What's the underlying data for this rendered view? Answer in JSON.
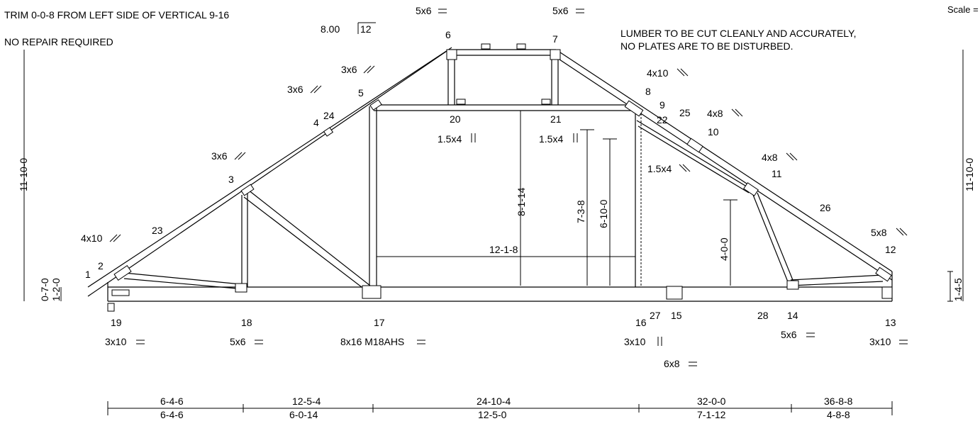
{
  "notes": {
    "trim": "TRIM 0-0-8  FROM LEFT SIDE OF VERTICAL 9-16",
    "repair": "NO REPAIR REQUIRED",
    "lumber_line1": "LUMBER TO BE CUT CLEANLY AND ACCURATELY,",
    "lumber_line2": "NO PLATES ARE TO BE DISTURBED.",
    "scale": "Scale ="
  },
  "pitch": {
    "rise": "8.00",
    "run": "12"
  },
  "heights": {
    "left_total": "11-10-0",
    "right_total": "11-10-0",
    "left_heel_a": "0-7-0",
    "left_heel_b": "1-2-0",
    "right_heel": "1-4-5"
  },
  "interior_dims": {
    "d1": "8-1-14",
    "d2": "7-3-8",
    "d3": "6-10-0",
    "d4": "4-0-0",
    "span": "12-1-8"
  },
  "joints": [
    "1",
    "2",
    "3",
    "4",
    "5",
    "6",
    "7",
    "8",
    "9",
    "10",
    "11",
    "12",
    "13",
    "14",
    "15",
    "16",
    "17",
    "18",
    "19",
    "20",
    "21",
    "22",
    "23",
    "24",
    "25",
    "26",
    "27",
    "28"
  ],
  "plates": {
    "p6": "5x6",
    "p7": "5x6",
    "p5": "3x6",
    "p5b": "3x6",
    "p3": "3x6",
    "p2": "4x10",
    "p8": "4x10",
    "p10": "4x8",
    "p11": "4x8",
    "p12": "5x8",
    "p22": "1.5x4",
    "p20": "1.5x4",
    "p21": "1.5x4",
    "p19": "3x10",
    "p18": "5x6",
    "p17": "8x16 M18AHS",
    "p16": "3x10",
    "p15": "6x8",
    "p14": "5x6",
    "p13": "3x10"
  },
  "bottom_dims": {
    "cumulative": [
      "6-4-6",
      "12-5-4",
      "24-10-4",
      "32-0-0",
      "36-8-8"
    ],
    "panels": [
      "6-4-6",
      "6-0-14",
      "12-5-0",
      "7-1-12",
      "4-8-8"
    ]
  }
}
